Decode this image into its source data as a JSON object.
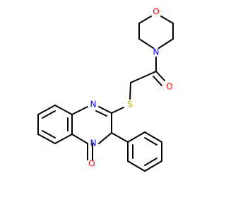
{
  "molecule": {
    "atoms": {
      "n_morpholine": {
        "label": "N",
        "color": "#0000ff"
      },
      "o_morpholine": {
        "label": "O",
        "color": "#ff0000"
      },
      "o_carbonyl": {
        "label": "O",
        "color": "#ff0000"
      },
      "s_thioether": {
        "label": "S",
        "color": "#b2b200"
      },
      "n_ring_top": {
        "label": "N",
        "color": "#0000ff"
      },
      "n_ring_3": {
        "label": "N",
        "color": "#0000ff"
      },
      "o_quinazolinone": {
        "label": "O",
        "color": "#ff0000"
      }
    },
    "bond_color": "#000000"
  }
}
